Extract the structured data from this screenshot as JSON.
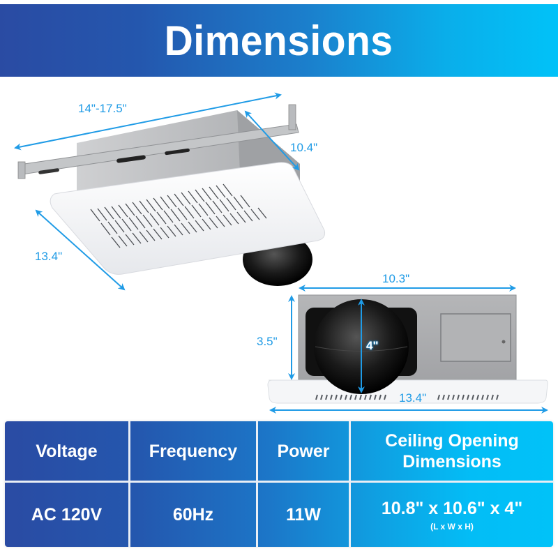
{
  "header": {
    "title": "Dimensions",
    "gradient_start": "#2a4ba3",
    "gradient_end": "#01c2f8"
  },
  "illustration": {
    "dimension_color": "#1f9be6",
    "perspective_view": {
      "width_range": "14\"-17.5\"",
      "depth": "10.4\"",
      "grille_length": "13.4\""
    },
    "side_view": {
      "housing_width": "10.3\"",
      "housing_height": "3.5\"",
      "duct_diameter": "4\"",
      "grille_width": "13.4\""
    }
  },
  "specs": {
    "headers": [
      "Voltage",
      "Frequency",
      "Power",
      "Ceiling Opening Dimensions"
    ],
    "values": [
      "AC 120V",
      "60Hz",
      "11W",
      "10.8\" x 10.6\" x 4\""
    ],
    "values_note": "(L x W x H)"
  }
}
